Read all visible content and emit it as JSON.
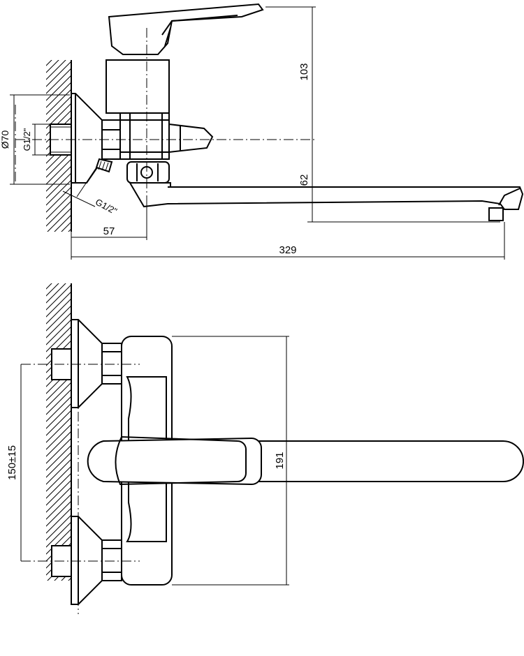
{
  "dimensions": {
    "side_view": {
      "height_handle": "103",
      "spout_height": "62",
      "flange_diameter": "Ø70",
      "inlet_thread": "G1/2\"",
      "outlet_thread": "G1/2\"",
      "wall_offset": "57",
      "overall_length": "329"
    },
    "top_view": {
      "inlet_spacing": "150±15",
      "body_width": "191"
    }
  }
}
